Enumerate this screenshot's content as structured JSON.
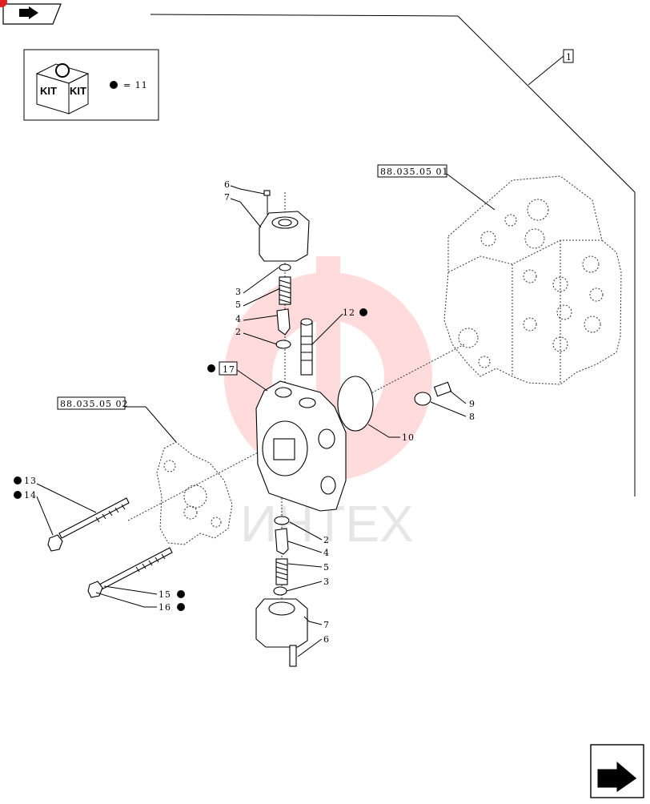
{
  "kit": {
    "label": "KIT",
    "equation": "= 11"
  },
  "watermark": {
    "text": "ИНТЕХ",
    "color": "#ff3b3b"
  },
  "refs": {
    "main": "1",
    "housing_top": "88.035.05 01",
    "housing_left": "88.035.05 02",
    "section": "17"
  },
  "callouts": {
    "c6_top": "6",
    "c7_top": "7",
    "c3_top": "3",
    "c5_top": "5",
    "c4_top": "4",
    "c2_top": "2",
    "c12": "12",
    "c9": "9",
    "c8": "8",
    "c10": "10",
    "c13": "13",
    "c14": "14",
    "c15": "15",
    "c16": "16",
    "c2_bot": "2",
    "c4_bot": "4",
    "c5_bot": "5",
    "c3_bot": "3",
    "c7_bot": "7",
    "c6_bot": "6"
  },
  "nav": {
    "prev_icon": "back-arrow-icon",
    "next_icon": "forward-arrow-icon"
  }
}
